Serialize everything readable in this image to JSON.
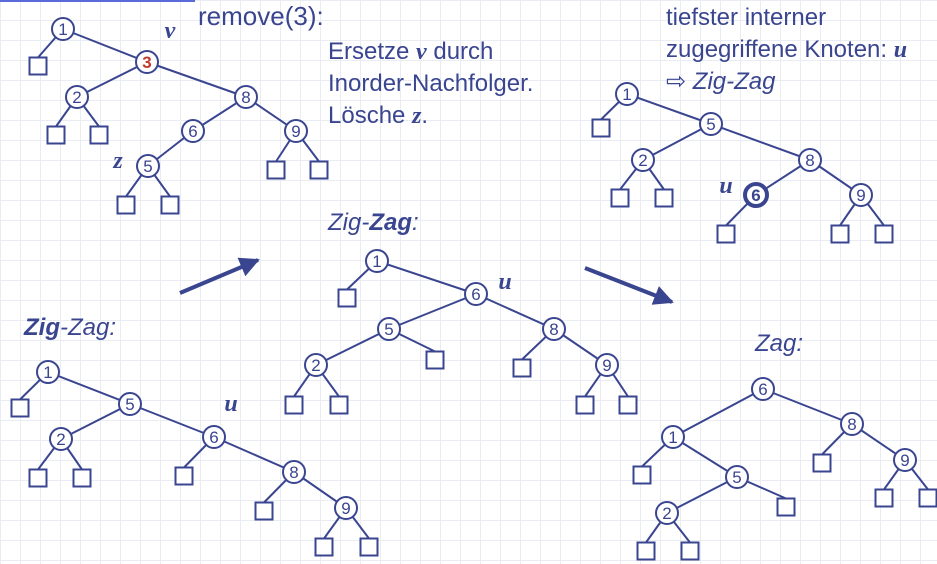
{
  "colors": {
    "ink": "#3a4590",
    "node_fill": "#ffffff",
    "highlight": "#c0392b"
  },
  "text": {
    "remove": "remove(3):",
    "step1": "Ersetze ",
    "v": "v",
    "step1b": " durch",
    "step2": "Inorder-Nachfolger.",
    "step3": "Lösche ",
    "z": "z",
    "step3b": ".",
    "deep1": "tiefster interner",
    "deep2": "zugegriffene Knoten: ",
    "u": "u",
    "arrow_sym": "⇨",
    "zigzag": "Zig-Zag",
    "label_mid_a": "Zig-",
    "label_mid_b": "Zag",
    "label_mid_c": ":",
    "label_left_a": "Zig",
    "label_left_b": "-Zag:",
    "label_zag": "Zag:"
  },
  "trees": [
    {
      "id": "tree1",
      "nodes": [
        {
          "k": "1",
          "t": "1"
        },
        {
          "k": "3",
          "t": "3",
          "hl": true
        },
        {
          "k": "2",
          "t": "2"
        },
        {
          "k": "8",
          "t": "8"
        },
        {
          "k": "6",
          "t": "6"
        },
        {
          "k": "9",
          "t": "9"
        },
        {
          "k": "5",
          "t": "5"
        }
      ],
      "marks": [
        {
          "t": "v"
        },
        {
          "t": "z"
        }
      ]
    },
    {
      "id": "tree2",
      "nodes": [
        {
          "k": "1",
          "t": "1"
        },
        {
          "k": "5",
          "t": "5"
        },
        {
          "k": "2",
          "t": "2"
        },
        {
          "k": "8",
          "t": "8"
        },
        {
          "k": "6",
          "t": "6",
          "bold": true
        },
        {
          "k": "9",
          "t": "9"
        }
      ],
      "marks": [
        {
          "t": "u"
        }
      ]
    },
    {
      "id": "tree3",
      "nodes": [
        {
          "k": "1",
          "t": "1"
        },
        {
          "k": "6",
          "t": "6"
        },
        {
          "k": "5",
          "t": "5"
        },
        {
          "k": "8",
          "t": "8"
        },
        {
          "k": "2",
          "t": "2"
        },
        {
          "k": "9",
          "t": "9"
        }
      ],
      "marks": [
        {
          "t": "u"
        }
      ]
    },
    {
      "id": "tree4",
      "nodes": [
        {
          "k": "1",
          "t": "1"
        },
        {
          "k": "5",
          "t": "5"
        },
        {
          "k": "2",
          "t": "2"
        },
        {
          "k": "6",
          "t": "6"
        },
        {
          "k": "8",
          "t": "8"
        },
        {
          "k": "9",
          "t": "9"
        }
      ],
      "marks": [
        {
          "t": "u"
        }
      ]
    },
    {
      "id": "tree5",
      "nodes": [
        {
          "k": "6",
          "t": "6"
        },
        {
          "k": "1",
          "t": "1"
        },
        {
          "k": "8",
          "t": "8"
        },
        {
          "k": "5",
          "t": "5"
        },
        {
          "k": "9",
          "t": "9"
        },
        {
          "k": "2",
          "t": "2"
        }
      ],
      "marks": []
    }
  ]
}
